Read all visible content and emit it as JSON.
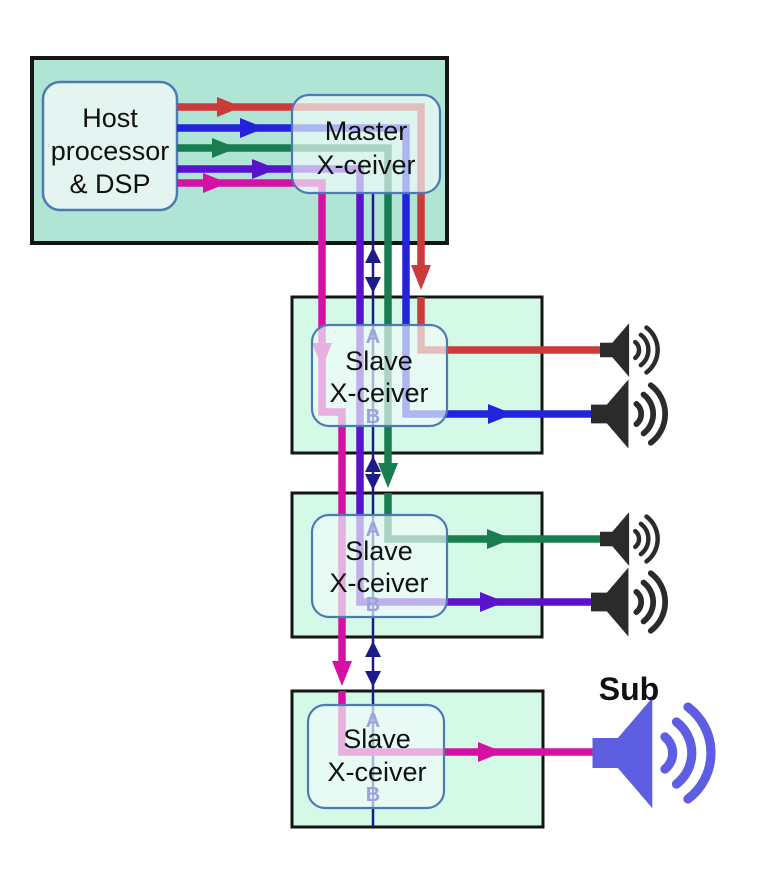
{
  "diagram": {
    "host": {
      "line1": "Host",
      "line2": "processor",
      "line3": "& DSP"
    },
    "master": {
      "line1": "Master",
      "line2": "X-ceiver"
    },
    "slaves": [
      {
        "line1": "Slave",
        "line2": "X-ceiver",
        "port_a": "A",
        "port_b": "B"
      },
      {
        "line1": "Slave",
        "line2": "X-ceiver",
        "port_a": "A",
        "port_b": "B"
      },
      {
        "line1": "Slave",
        "line2": "X-ceiver",
        "port_a": "A",
        "port_b": "B"
      }
    ],
    "sub_label": "Sub"
  },
  "colors": {
    "channel_red": "#cc3a3a",
    "channel_blue": "#2323dd",
    "channel_green": "#187d4f",
    "channel_purple": "#5a12cd",
    "channel_magenta": "#d511a5",
    "control_navy": "#1b1b8a",
    "master_panel_fill": "#b0e5d6",
    "slave_panel_fill": "#d4f9e7",
    "panel_border": "#151515",
    "node_fill": "#e4f4f1",
    "node_border": "#4d7ab5",
    "port_label": "#9aa3de",
    "speaker_dark": "#2b2b2b",
    "sub_speaker_blue": "#5e5ee2"
  }
}
